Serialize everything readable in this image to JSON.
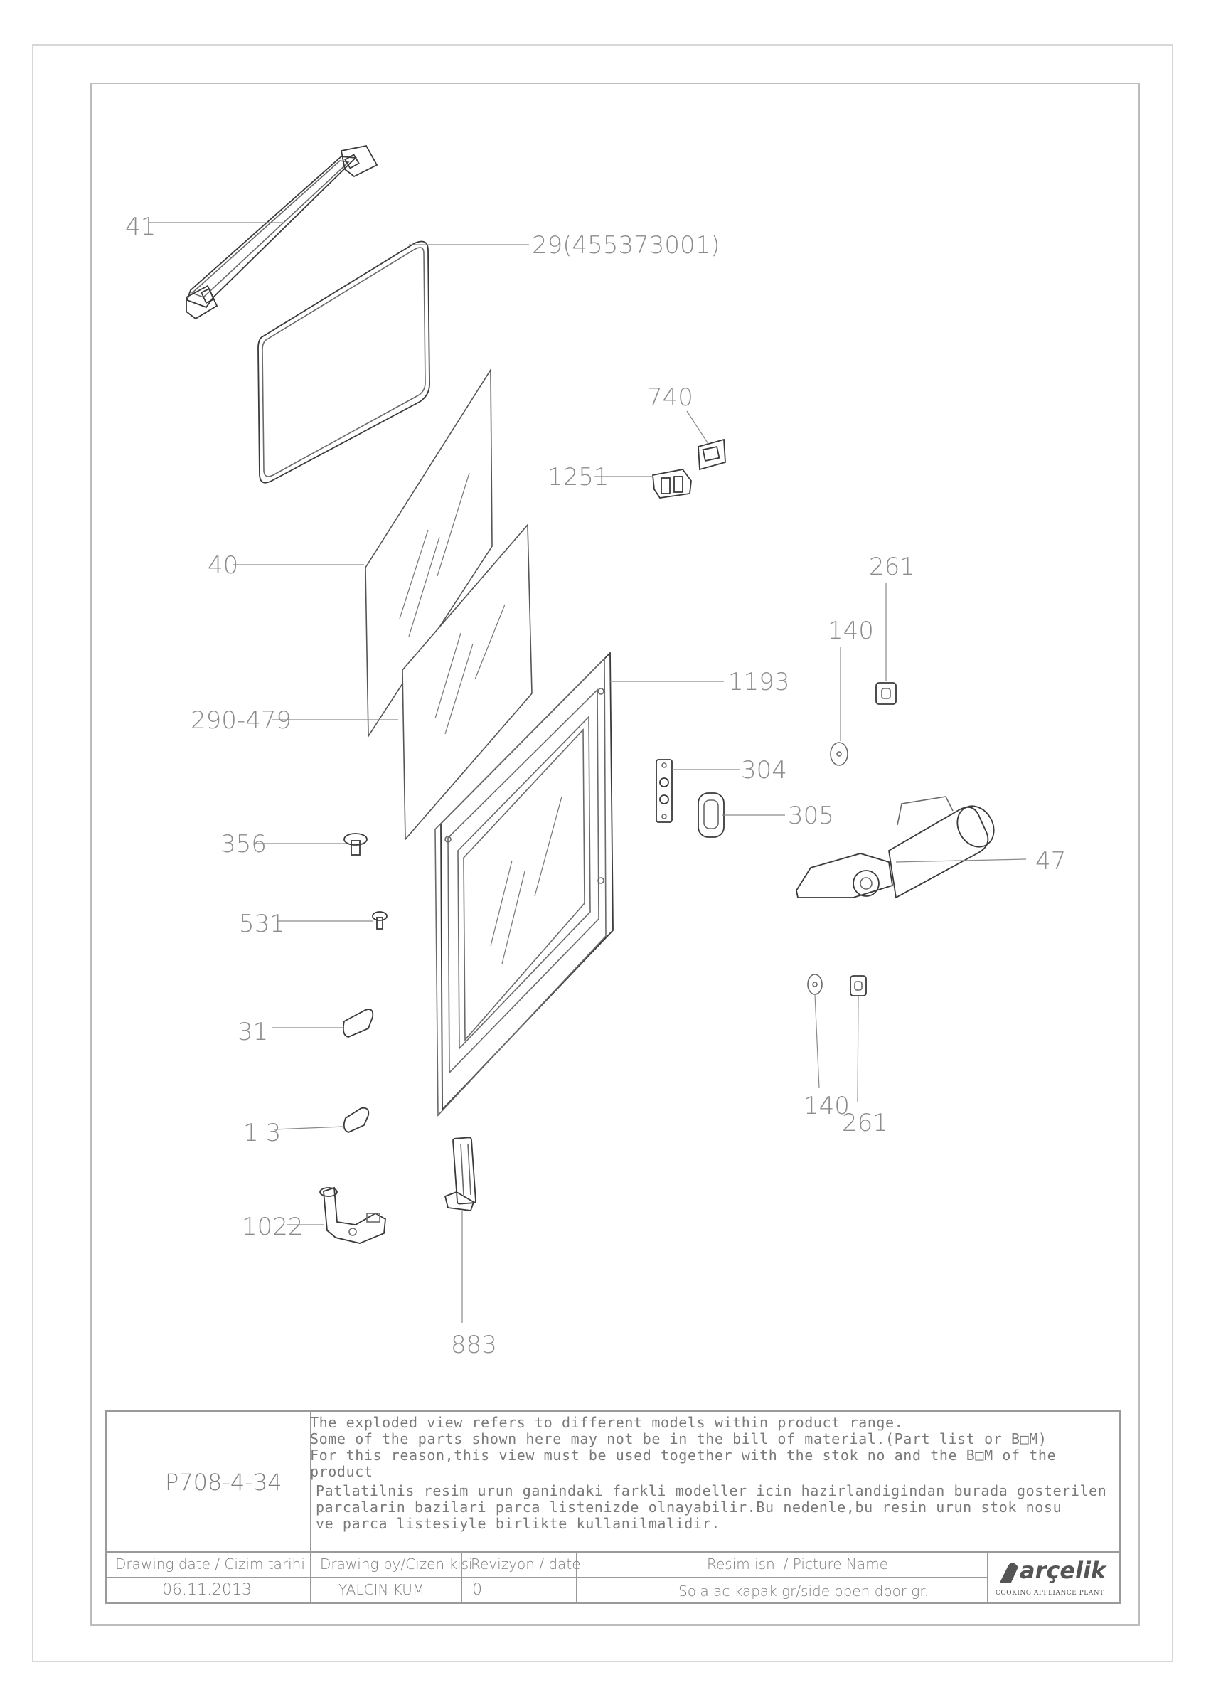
{
  "callouts": {
    "c41": "41",
    "c29": "29(455373001)",
    "c740": "740",
    "c1251": "1251",
    "c40": "40",
    "c261_top": "261",
    "c140_top": "140",
    "c1193": "1193",
    "c290_479": "290-479",
    "c304": "304",
    "c305": "305",
    "c356": "356",
    "c47": "47",
    "c531": "531",
    "c31": "31",
    "c140_bottom": "140",
    "c261_bottom": "261",
    "c13": "13",
    "c1022": "1022",
    "c883": "883"
  },
  "title_block": {
    "drawing_no": "P708-4-34",
    "note_en_1": "The exploded view refers to different models within product range.",
    "note_en_2": "Some of the parts shown here may not be in the bill of material.(Part list or B□M)",
    "note_en_3": "For this reason,this view must be used together with the stok no and the B□M of the product",
    "note_tr_1": "Patlatilnis resim urun ganindaki farkli modeller icin hazirlandigindan burada gosterilen",
    "note_tr_2": "parcalarin bazilari parca listenizde olnayabilir.Bu nedenle,bu resin urun stok nosu",
    "note_tr_3": "ve parca listesiyle birlikte kullanilmalidir.",
    "date_header": "Drawing date / Cizim tarihi",
    "by_header": "Drawing by/Cizen kisi",
    "rev_header": "Revizyon / date",
    "name_header": "Resim isni / Picture Name",
    "date_value": "06.11.2013",
    "by_value": "YALCIN KUM",
    "rev_value": "0",
    "name_value": "Sola ac kapak gr/side open door gr.",
    "brand": "arçelik",
    "plant": "COOKING APPLIANCE PLANT"
  }
}
